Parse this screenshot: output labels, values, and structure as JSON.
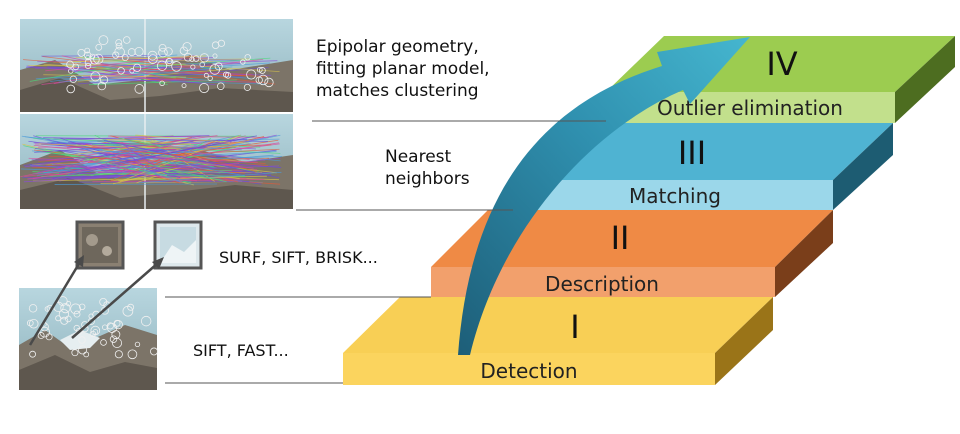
{
  "stages": [
    {
      "numeral": "I",
      "label": "Detection",
      "top": "#f8cf55",
      "side": "#d9aa2a",
      "front": "#fbd45e",
      "dark": "#9a7418"
    },
    {
      "numeral": "II",
      "label": "Description",
      "top": "#ef8a45",
      "side": "#c9652a",
      "front": "#f2a06c",
      "dark": "#7a3e1a"
    },
    {
      "numeral": "III",
      "label": "Matching",
      "top": "#4fb3d2",
      "side": "#2f8eae",
      "front": "#9bd7ea",
      "dark": "#1d5c72"
    },
    {
      "numeral": "IV",
      "label": "Outlier elimination",
      "top": "#9ccc50",
      "side": "#7aaa34",
      "front": "#c2e08c",
      "dark": "#4d6d20"
    }
  ],
  "annotations": {
    "detection_methods": "SIFT, FAST...",
    "description_methods": "SURF, SIFT, BRISK...",
    "matching_methods": "Nearest\nneighbors",
    "outlier_methods": "Epipolar geometry,\nfitting planar model,\nmatches clustering"
  },
  "colors": {
    "arrow_light": "#3aa6c2",
    "arrow_dark": "#1d5e78",
    "sky": "#a9c9d3",
    "rock": "#6f6a62"
  }
}
